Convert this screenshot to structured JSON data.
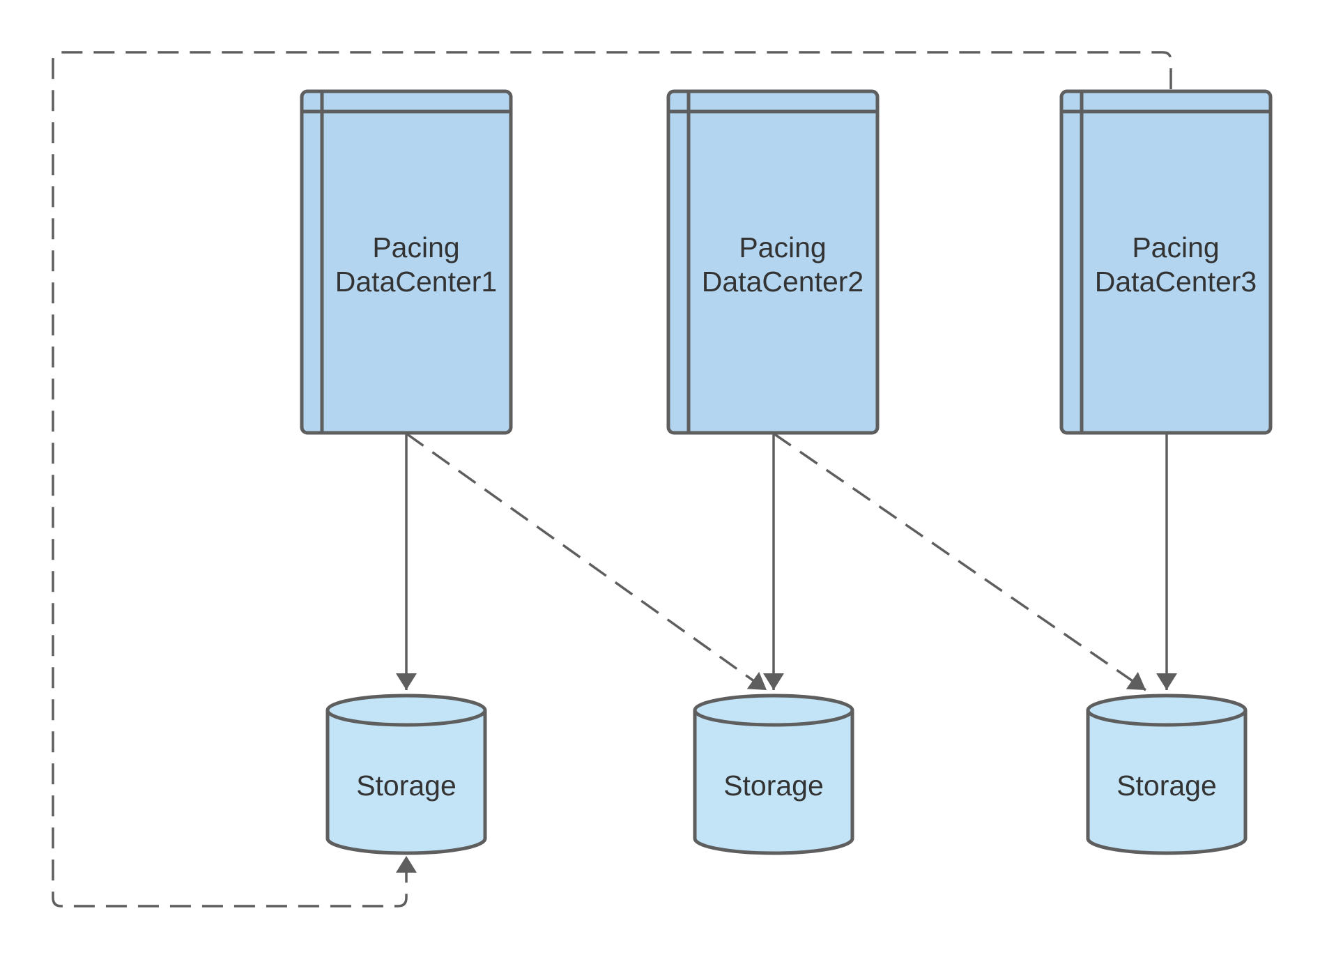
{
  "colors": {
    "stroke": "#5e5e5e",
    "datacenter_fill": "#b3d5ef",
    "storage_fill": "#c3e3f6",
    "text": "#333333",
    "background": "#ffffff"
  },
  "datacenters": [
    {
      "line1": "Pacing",
      "line2": "DataCenter1"
    },
    {
      "line1": "Pacing",
      "line2": "DataCenter2"
    },
    {
      "line1": "Pacing",
      "line2": "DataCenter3"
    }
  ],
  "storages": [
    {
      "label": "Storage"
    },
    {
      "label": "Storage"
    },
    {
      "label": "Storage"
    }
  ],
  "connections": [
    {
      "from": "DataCenter1",
      "to": "Storage 1",
      "style": "solid"
    },
    {
      "from": "DataCenter2",
      "to": "Storage 2",
      "style": "solid"
    },
    {
      "from": "DataCenter3",
      "to": "Storage 3",
      "style": "solid"
    },
    {
      "from": "DataCenter1",
      "to": "Storage 2",
      "style": "dashed"
    },
    {
      "from": "DataCenter2",
      "to": "Storage 3",
      "style": "dashed"
    },
    {
      "from": "DataCenter3",
      "to": "Storage 1",
      "style": "dashed"
    }
  ]
}
